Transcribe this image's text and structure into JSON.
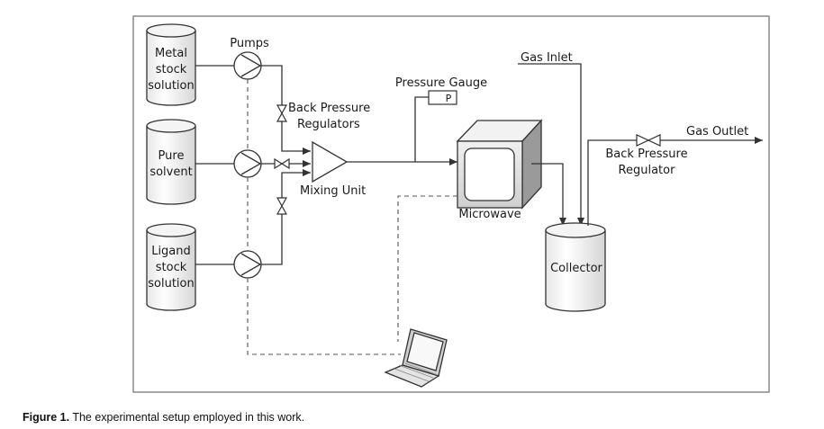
{
  "tanks": {
    "metal": [
      "Metal",
      "stock",
      "solution"
    ],
    "solvent": [
      "Pure",
      "solvent"
    ],
    "ligand": [
      "Ligand",
      "stock",
      "solution"
    ]
  },
  "labels": {
    "pumps": "Pumps",
    "bpr_top_1": "Back Pressure",
    "bpr_top_2": "Regulators",
    "mixing_unit": "Mixing Unit",
    "pressure_gauge": "Pressure Gauge",
    "gauge_symbol": "P",
    "microwave": "Microwave",
    "gas_inlet": "Gas Inlet",
    "gas_outlet": "Gas Outlet",
    "bpr_right_1": "Back Pressure",
    "bpr_right_2": "Regulator",
    "collector": "Collector"
  },
  "caption": {
    "label": "Figure 1.",
    "text": "The experimental setup employed in this work."
  }
}
